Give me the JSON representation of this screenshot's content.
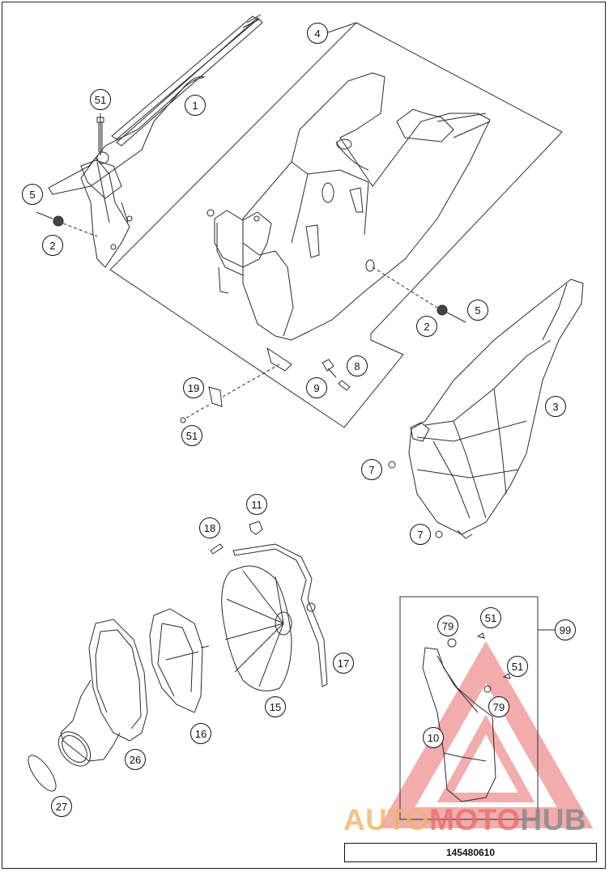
{
  "colors": {
    "line": "#2a2a2a",
    "watermark_red": "#e86a6a",
    "watermark_orange": "#f0b56a",
    "watermark_grey": "#8a8a8a"
  },
  "callouts": [
    {
      "id": "c-4",
      "label": "4"
    },
    {
      "id": "c-51a",
      "label": "51"
    },
    {
      "id": "c-1",
      "label": "1"
    },
    {
      "id": "c-5a",
      "label": "5"
    },
    {
      "id": "c-2a",
      "label": "2"
    },
    {
      "id": "c-5b",
      "label": "5"
    },
    {
      "id": "c-2b",
      "label": "2"
    },
    {
      "id": "c-8",
      "label": "8"
    },
    {
      "id": "c-9",
      "label": "9"
    },
    {
      "id": "c-19",
      "label": "19"
    },
    {
      "id": "c-51b",
      "label": "51"
    },
    {
      "id": "c-3",
      "label": "3"
    },
    {
      "id": "c-7a",
      "label": "7"
    },
    {
      "id": "c-7b",
      "label": "7"
    },
    {
      "id": "c-11",
      "label": "11"
    },
    {
      "id": "c-18",
      "label": "18"
    },
    {
      "id": "c-17",
      "label": "17"
    },
    {
      "id": "c-15",
      "label": "15"
    },
    {
      "id": "c-16",
      "label": "16"
    },
    {
      "id": "c-26",
      "label": "26"
    },
    {
      "id": "c-27",
      "label": "27"
    },
    {
      "id": "c-99",
      "label": "99"
    },
    {
      "id": "c-79a",
      "label": "79"
    },
    {
      "id": "c-51c",
      "label": "51"
    },
    {
      "id": "c-51d",
      "label": "51"
    },
    {
      "id": "c-79b",
      "label": "79"
    },
    {
      "id": "c-10",
      "label": "10"
    }
  ],
  "drawing_number": "145480610",
  "watermark": {
    "part1": "AUTO",
    "part2": "MOTO",
    "part3": "HUB"
  }
}
